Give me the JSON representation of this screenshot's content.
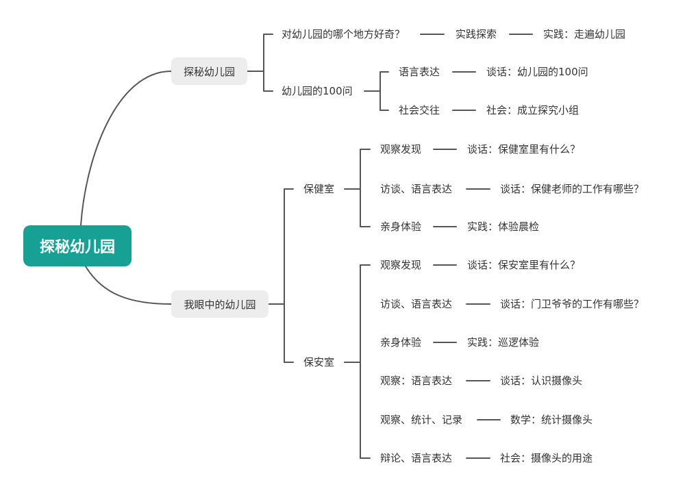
{
  "root": {
    "label": "探秘幼儿园"
  },
  "branches": [
    {
      "label": "探秘幼儿园",
      "children": [
        {
          "label": "对幼儿园的哪个地方好奇？",
          "children": [
            {
              "label": "实践探索",
              "children": [
                {
                  "label": "实践：走遍幼儿园"
                }
              ]
            }
          ]
        },
        {
          "label": "幼儿园的100问",
          "children": [
            {
              "label": "语言表达",
              "children": [
                {
                  "label": "谈话：幼儿园的100问"
                }
              ]
            },
            {
              "label": "社会交往",
              "children": [
                {
                  "label": "社会：成立探究小组"
                }
              ]
            }
          ]
        }
      ]
    },
    {
      "label": "我眼中的幼儿园",
      "children": [
        {
          "label": "保健室",
          "children": [
            {
              "label": "观察发现",
              "children": [
                {
                  "label": "谈话：保健室里有什么？"
                }
              ]
            },
            {
              "label": "访谈、语言表达",
              "children": [
                {
                  "label": "谈话：保健老师的工作有哪些？"
                }
              ]
            },
            {
              "label": "亲身体验",
              "children": [
                {
                  "label": "实践：体验晨检"
                }
              ]
            }
          ]
        },
        {
          "label": "保安室",
          "children": [
            {
              "label": "观察发现",
              "children": [
                {
                  "label": "谈话：保安室里有什么？"
                }
              ]
            },
            {
              "label": "访谈、语言表达",
              "children": [
                {
                  "label": "谈话：门卫爷爷的工作有哪些？"
                }
              ]
            },
            {
              "label": "亲身体验",
              "children": [
                {
                  "label": "实践：巡逻体验"
                }
              ]
            },
            {
              "label": "观察：语言表达",
              "children": [
                {
                  "label": "谈话：认识摄像头"
                }
              ]
            },
            {
              "label": "观察、统计、记录",
              "children": [
                {
                  "label": "数学：统计摄像头"
                }
              ]
            },
            {
              "label": "辩论、语言表达",
              "children": [
                {
                  "label": "社会：摄像头的用途"
                }
              ]
            }
          ]
        }
      ]
    }
  ],
  "colors": {
    "root_fill": "#17a194",
    "root_text": "#ffffff",
    "pill_fill": "#ededed",
    "line": "#555555",
    "text": "#333333"
  }
}
